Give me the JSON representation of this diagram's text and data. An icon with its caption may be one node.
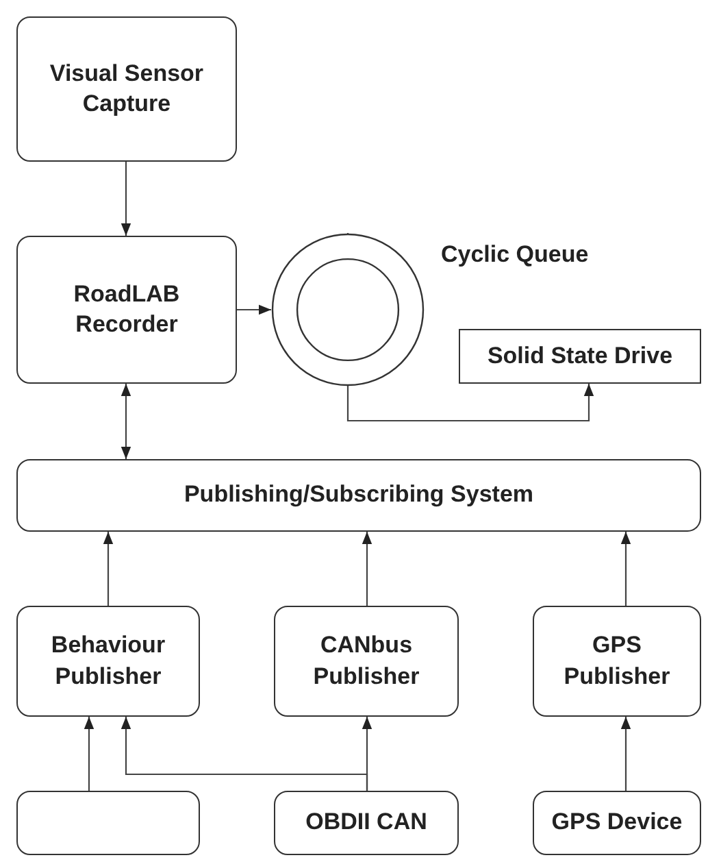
{
  "diagram": {
    "nodes": [
      {
        "text": [
          "Visual Sensor Capture"
        ]
      },
      {
        "text": [
          "RoadLAB Recorder"
        ]
      },
      {
        "text": [],
        "shape": "circle",
        "beside": [
          "Cyclic Queue"
        ]
      },
      {
        "text": [
          "Solid State Drive"
        ]
      },
      {
        "text": [
          "Publishing/Subscribing System"
        ]
      },
      {
        "text": [
          "Behaviour Publisher"
        ]
      },
      {
        "text": [
          "CANbus Publisher"
        ]
      },
      {
        "text": [
          "GPS Publisher"
        ]
      },
      {
        "text": [],
        "shape": "box"
      },
      {
        "text": [
          "OBDII CAN"
        ]
      },
      {
        "text": [
          "GPS Device"
        ]
      }
    ],
    "edges": [
      {
        "from": 0,
        "to": 1,
        "arrow": "to"
      },
      {
        "from": 1,
        "to": 2,
        "arrow": "to"
      },
      {
        "from": 2,
        "to": 3,
        "arrow": "to"
      },
      {
        "from": 1,
        "to": 4,
        "arrow": "both"
      },
      {
        "from": 5,
        "to": 4,
        "arrow": "to"
      },
      {
        "from": 6,
        "to": 4,
        "arrow": "to"
      },
      {
        "from": 7,
        "to": 4,
        "arrow": "to"
      },
      {
        "from": 8,
        "to": 5,
        "arrow": "to"
      },
      {
        "from": 9,
        "to": 5,
        "arrow": "to"
      },
      {
        "from": 9,
        "to": 6,
        "arrow": "to"
      },
      {
        "from": 10,
        "to": 7,
        "arrow": "to"
      }
    ]
  }
}
